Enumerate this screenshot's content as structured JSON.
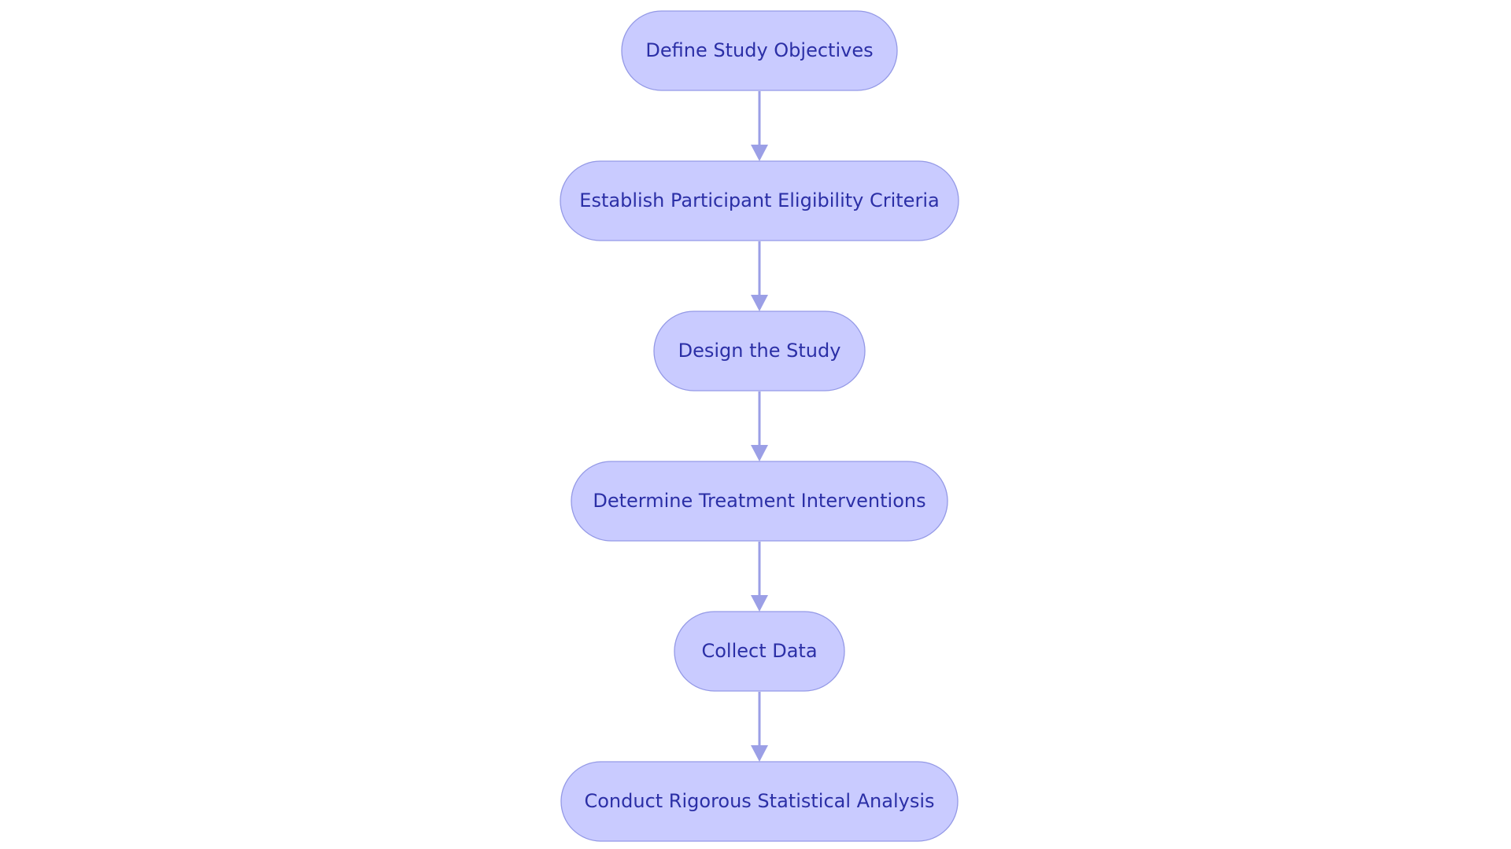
{
  "diagram": {
    "type": "flowchart",
    "direction": "top-to-bottom",
    "colors": {
      "node_fill": "#c9cbff",
      "node_border": "#9499e6",
      "node_text": "#2b2fa6",
      "edge": "#9b9fe6",
      "background": "#ffffff"
    },
    "nodes": [
      {
        "id": "n1",
        "label": "Define Study Objectives"
      },
      {
        "id": "n2",
        "label": "Establish Participant Eligibility Criteria"
      },
      {
        "id": "n3",
        "label": "Design the Study"
      },
      {
        "id": "n4",
        "label": "Determine Treatment Interventions"
      },
      {
        "id": "n5",
        "label": "Collect Data"
      },
      {
        "id": "n6",
        "label": "Conduct Rigorous Statistical Analysis"
      }
    ],
    "edges": [
      {
        "from": "n1",
        "to": "n2"
      },
      {
        "from": "n2",
        "to": "n3"
      },
      {
        "from": "n3",
        "to": "n4"
      },
      {
        "from": "n4",
        "to": "n5"
      },
      {
        "from": "n5",
        "to": "n6"
      }
    ]
  }
}
